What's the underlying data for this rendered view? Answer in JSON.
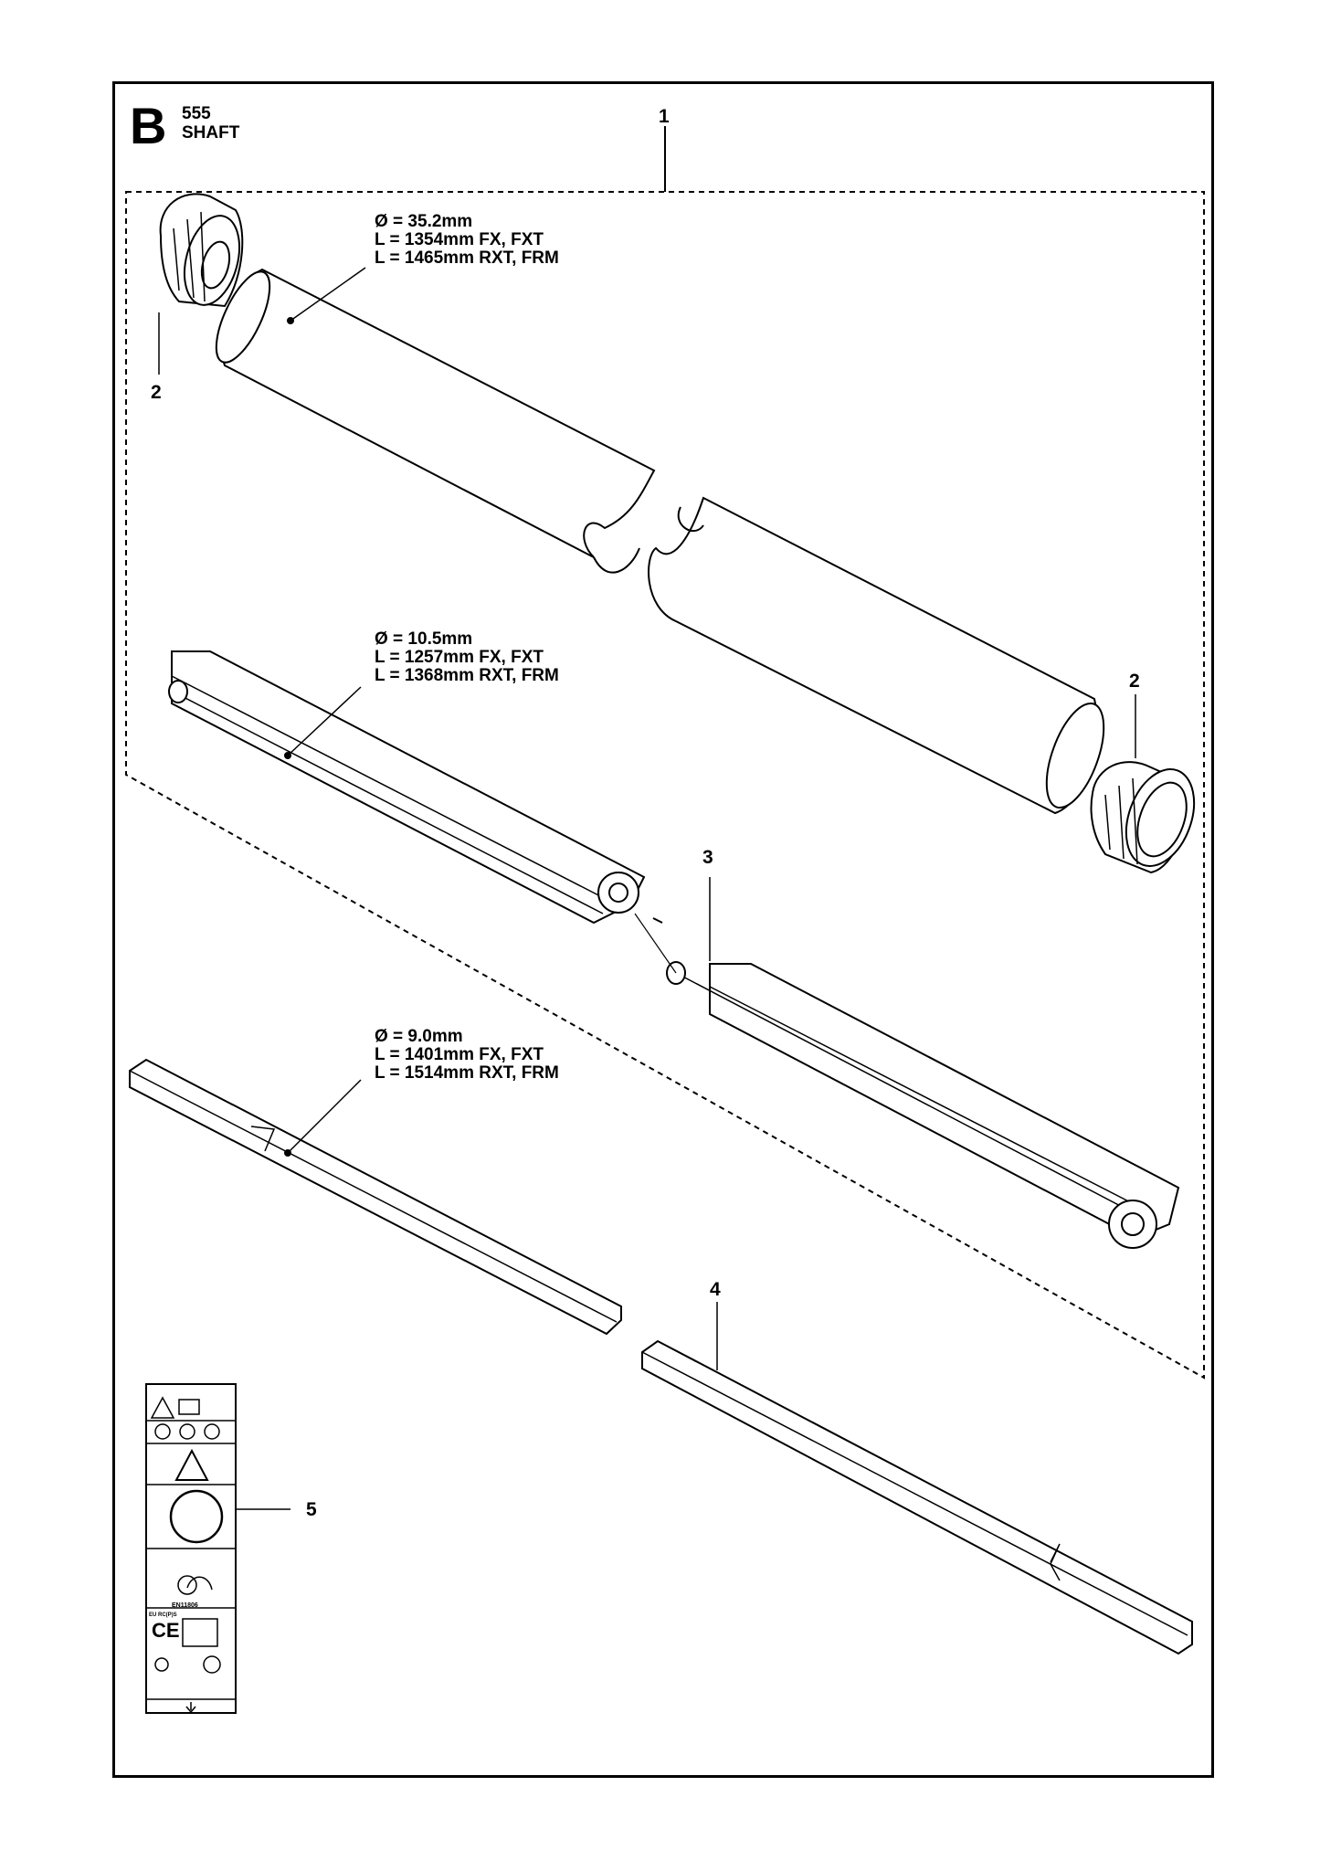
{
  "header": {
    "section_letter": "B",
    "model": "555",
    "title": "SHAFT"
  },
  "callouts": {
    "c1": "1",
    "c2a": "2",
    "c2b": "2",
    "c3": "3",
    "c4": "4",
    "c5": "5"
  },
  "specs": {
    "tube": {
      "diameter": "Ø = 35.2mm",
      "length_a": "L = 1354mm FX, FXT",
      "length_b": "L = 1465mm RXT, FRM"
    },
    "liner": {
      "diameter": "Ø = 10.5mm",
      "length_a": "L = 1257mm FX, FXT",
      "length_b": "L = 1368mm RXT, FRM"
    },
    "drive": {
      "diameter": "Ø = 9.0mm",
      "length_a": "L = 1401mm FX, FXT",
      "length_b": "L = 1514mm RXT, FRM"
    }
  },
  "decal": {
    "standard": "EN11806",
    "region": "EU RC(P)S"
  },
  "icons": [
    "warning-triangle-icon",
    "manual-book-icon",
    "ce-mark-icon",
    "arrow-down-icon"
  ]
}
